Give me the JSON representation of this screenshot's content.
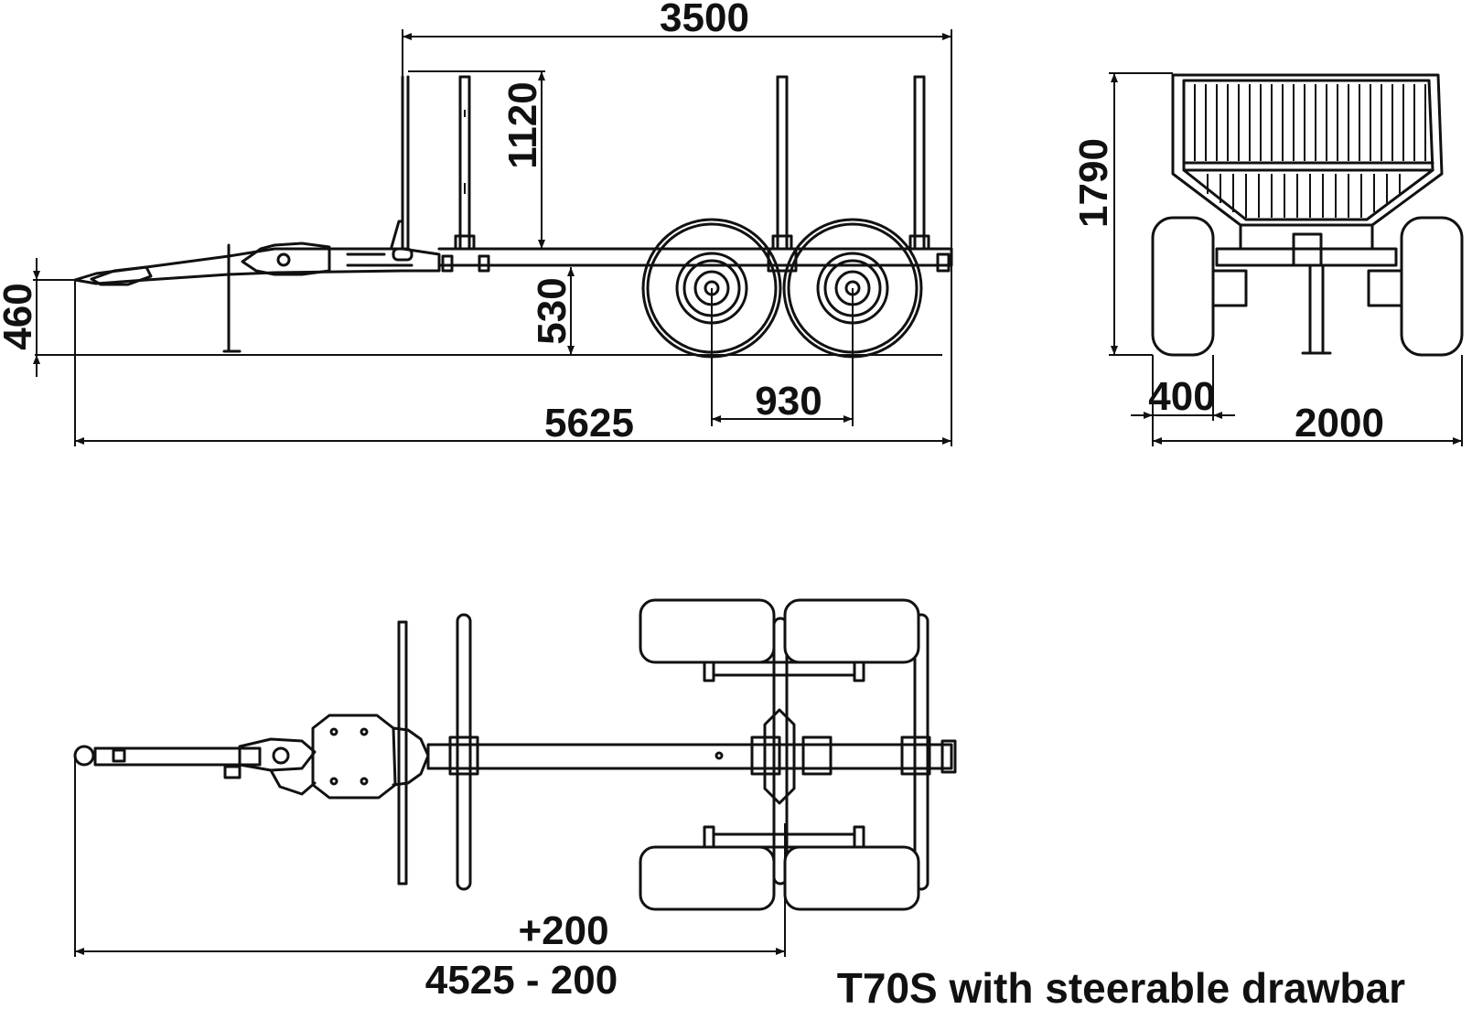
{
  "dimensions": {
    "length_bed": "3500",
    "stake_height": "1120",
    "height_front": "460",
    "frame_height": "530",
    "axle_spacing": "930",
    "overall_length": "5625",
    "total_height": "1790",
    "tyre_width": "400",
    "overall_width": "2000",
    "drawbar_offset": "+200",
    "drawbar_length": "4525 - 200"
  },
  "caption": "T70S with steerable drawbar"
}
